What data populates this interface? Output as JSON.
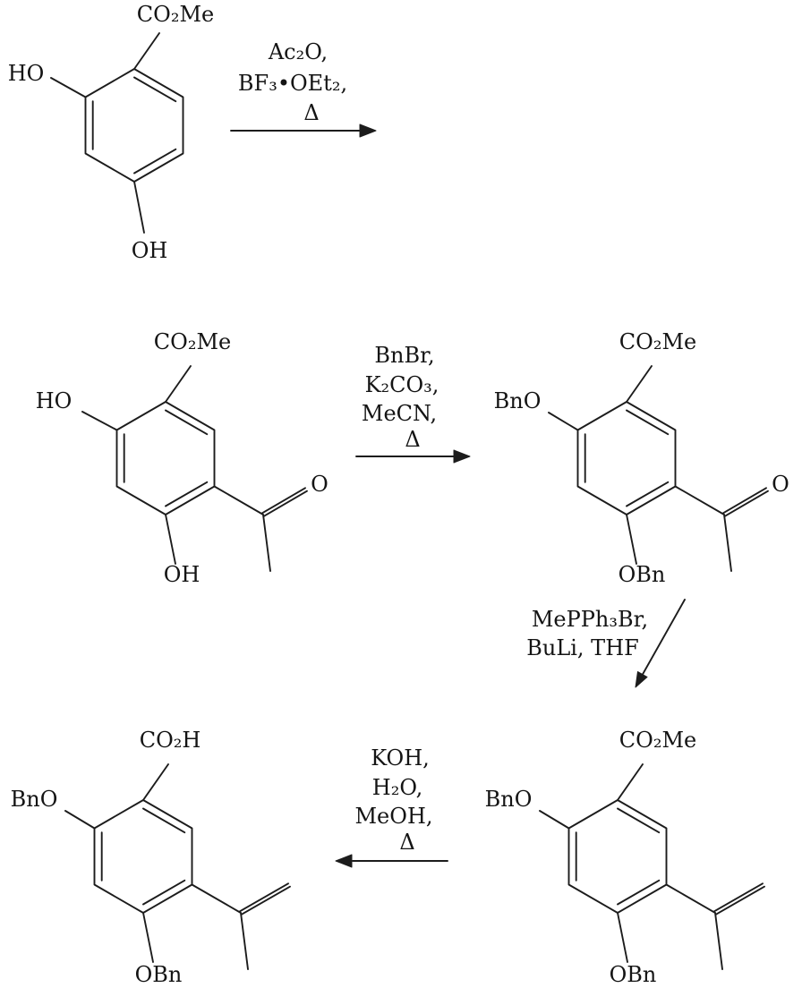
{
  "page": {
    "background": "#ffffff",
    "ink": "#1c1c1c",
    "kind": "organic reaction scheme"
  },
  "structures": {
    "s1": {
      "top_label": "CO₂Me",
      "left_label": "HO",
      "bottom_label": "OH"
    },
    "s2": {
      "top_label": "CO₂Me",
      "left_label": "HO",
      "bottom_label": "OH",
      "carbonyl_label": "O"
    },
    "s3": {
      "top_label": "CO₂Me",
      "left_label": "BnO",
      "bottom_label": "OBn",
      "carbonyl_label": "O"
    },
    "s4": {
      "top_label": "CO₂Me",
      "left_label": "BnO",
      "bottom_label": "OBn"
    },
    "s5": {
      "top_label": "CO₂H",
      "left_label": "BnO",
      "bottom_label": "OBn"
    }
  },
  "steps": {
    "step1": {
      "direction": "right",
      "reagents": [
        "Ac₂O,",
        "BF₃•OEt₂,",
        "Δ"
      ]
    },
    "step2": {
      "direction": "right",
      "reagents": [
        "BnBr,",
        "K₂CO₃,",
        "MeCN,",
        "Δ"
      ]
    },
    "step3": {
      "direction": "down-left",
      "reagents": [
        "MePPh₃Br,",
        "BuLi, THF"
      ]
    },
    "step4": {
      "direction": "left",
      "reagents": [
        "KOH,",
        "H₂O,",
        "MeOH,",
        "Δ"
      ]
    }
  }
}
